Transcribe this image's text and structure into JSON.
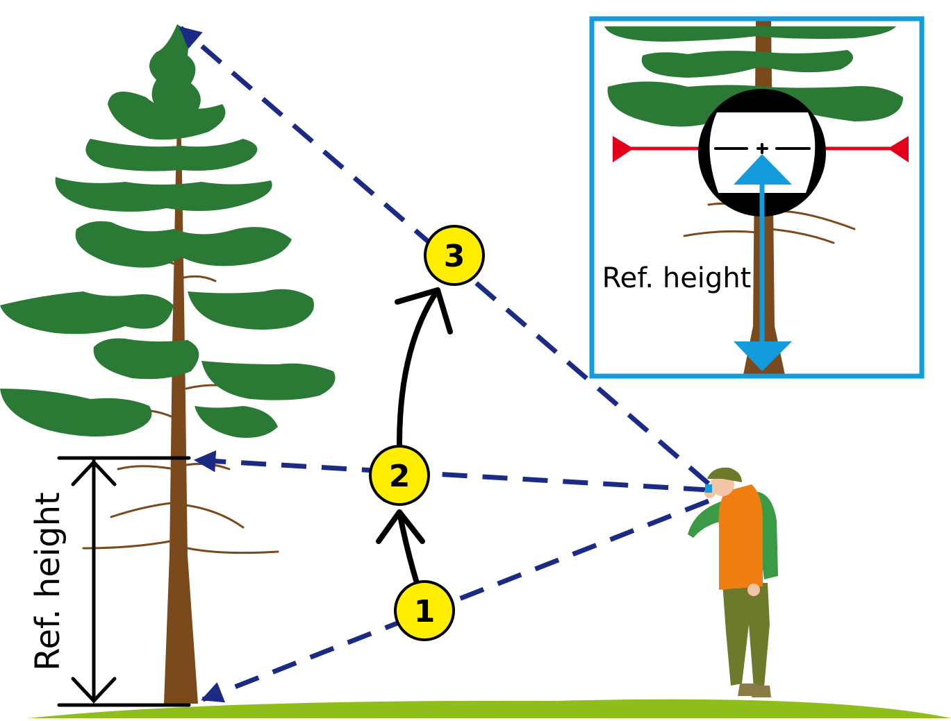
{
  "labels": {
    "left_ref_height": "Ref. height",
    "inset_ref_height": "Ref. height"
  },
  "steps": [
    "1",
    "2",
    "3"
  ],
  "colors": {
    "foliage": "#2a7a36",
    "trunk": "#7b4a1c",
    "ground": "#8fbe1a",
    "sight_line": "#1b2a85",
    "step_fill": "#ffee00",
    "inset_frame": "#139bdb",
    "reticle_red": "#e3001b",
    "vest": "#f07d12",
    "shirt": "#3b9a45",
    "trousers": "#6d7a2c"
  }
}
